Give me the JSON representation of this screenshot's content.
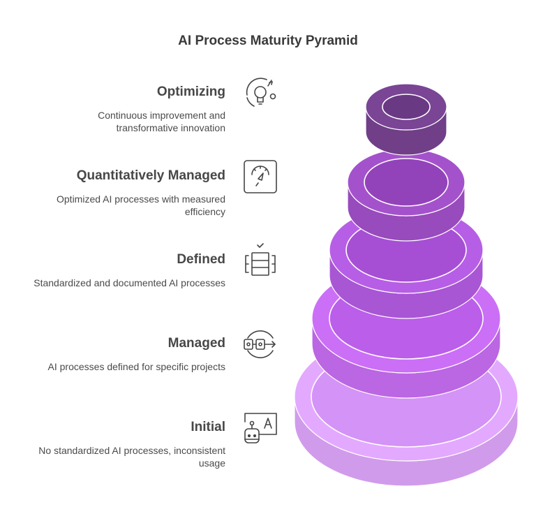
{
  "title": "AI Process Maturity Pyramid",
  "levels": [
    {
      "name": "Optimizing",
      "description": "Continuous improvement and transformative innovation",
      "desc_lines": [
        "Continuous improvement and",
        "transformative innovation"
      ],
      "icon": "lightbulb-icon",
      "color": "#7a4594",
      "inner_color": "#6a3984"
    },
    {
      "name": "Quantitatively Managed",
      "description": "Optimized AI processes with measured efficiency",
      "desc_lines": [
        "Optimized AI processes with measured",
        "efficiency"
      ],
      "icon": "gauge-icon",
      "color": "#a452cc",
      "inner_color": "#9343ba"
    },
    {
      "name": "Defined",
      "description": "Standardized and documented AI processes",
      "desc_lines": [
        "Standardized and documented AI processes"
      ],
      "icon": "database-check-icon",
      "color": "#b75ee6",
      "inner_color": "#a64fd4"
    },
    {
      "name": "Managed",
      "description": "AI processes defined for specific projects",
      "desc_lines": [
        "AI processes defined for specific projects"
      ],
      "icon": "process-flow-icon",
      "color": "#cb6ff7",
      "inner_color": "#bb5eea"
    },
    {
      "name": "Initial",
      "description": "No standardized AI processes, inconsistent usage",
      "desc_lines": [
        "No standardized AI processes, inconsistent",
        "usage"
      ],
      "icon": "robot-text-icon",
      "color": "#e3a9ff",
      "inner_color": "#d493f6"
    }
  ]
}
